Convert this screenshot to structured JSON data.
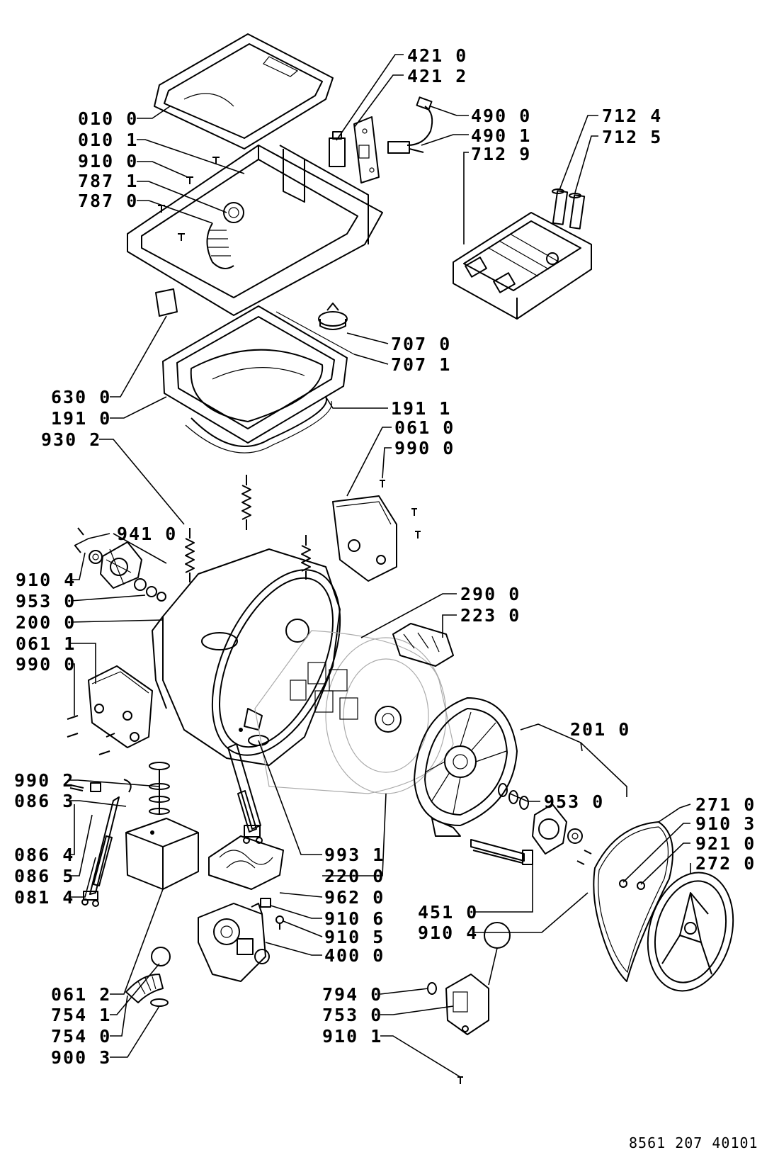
{
  "diagram": {
    "labels": [
      "421 0",
      "421 2",
      "490 0",
      "490 1",
      "712 9",
      "712 4",
      "712 5",
      "010 0",
      "010 1",
      "910 0",
      "787 1",
      "787 0",
      "707 0",
      "707 1",
      "630 0",
      "191 0",
      "191 1",
      "930 2",
      "061 0",
      "990 0",
      "941 0",
      "910 4",
      "953 0",
      "200 0",
      "061 1",
      "990 0",
      "290 0",
      "223 0",
      "201 0",
      "990 2",
      "086 3",
      "086 4",
      "086 5",
      "081 4",
      "953 0",
      "271 0",
      "910 3",
      "921 0",
      "272 0",
      "993 1",
      "220 0",
      "962 0",
      "910 6",
      "910 5",
      "400 0",
      "451 0",
      "910 4",
      "061 2",
      "754 1",
      "754 0",
      "900 3",
      "794 0",
      "753 0",
      "910 1"
    ],
    "document_number": "8561 207 40101"
  }
}
